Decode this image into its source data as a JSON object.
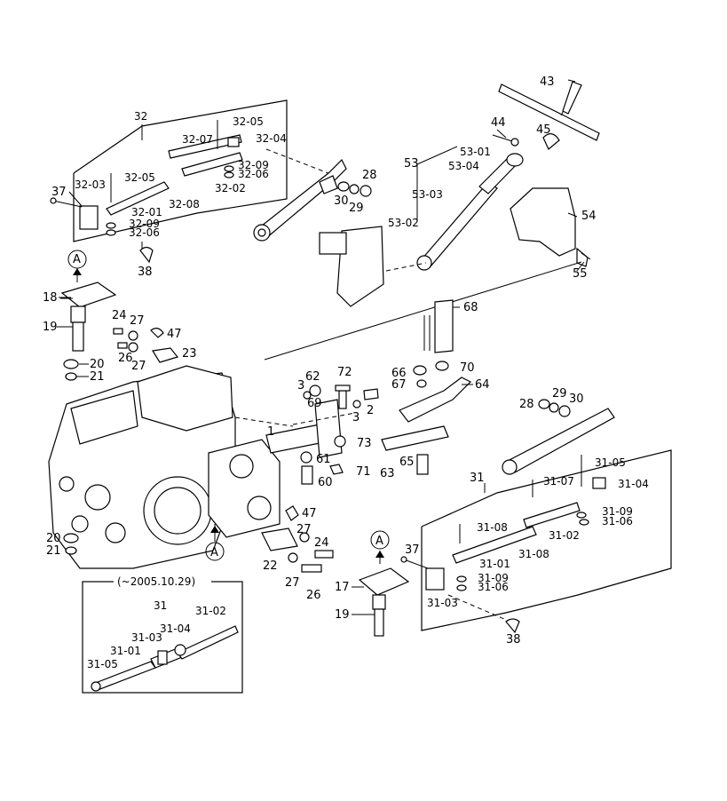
{
  "labels": {
    "l32": "32",
    "l32_05a": "32-05",
    "l32_07": "32-07",
    "l32_04": "32-04",
    "l32_09a": "32-09",
    "l32_06a": "32-06",
    "l32_03": "32-03",
    "l32_05b": "32-05",
    "l32_02": "32-02",
    "l32_08": "32-08",
    "l32_01": "32-01",
    "l32_09b": "32-09",
    "l32_06b": "32-06",
    "l37a": "37",
    "l38a": "38",
    "l28a": "28",
    "l30a": "30",
    "l29a": "29",
    "l43": "43",
    "l44": "44",
    "l45": "45",
    "l53": "53",
    "l53_01": "53-01",
    "l53_04": "53-04",
    "l53_03": "53-03",
    "l53_02": "53-02",
    "l54": "54",
    "l55": "55",
    "lA1": "A",
    "l18": "18",
    "l19a": "19",
    "l24a": "24",
    "l27a": "27",
    "l47a": "47",
    "l26a": "26",
    "l27b": "27",
    "l23": "23",
    "l20a": "20",
    "l21a": "21",
    "l68": "68",
    "l66": "66",
    "l70": "70",
    "l67": "67",
    "l64": "64",
    "l3a": "3",
    "l62": "62",
    "l72": "72",
    "l69": "69",
    "l3b": "3",
    "l2": "2",
    "l1": "1",
    "l73": "73",
    "l61": "61",
    "l71": "71",
    "l60": "60",
    "l63": "63",
    "l65": "65",
    "l28b": "28",
    "l29b": "29",
    "l30b": "30",
    "l31": "31",
    "l31_05a": "31-05",
    "l31_07": "31-07",
    "l31_04a": "31-04",
    "l31_08a": "31-08",
    "l31_09a": "31-09",
    "l31_06a": "31-06",
    "l31_02a": "31-02",
    "l31_08b": "31-08",
    "l31_01a": "31-01",
    "l31_09b": "31-09",
    "l31_06b": "31-06",
    "l31_03a": "31-03",
    "l37b": "37",
    "l38b": "38",
    "lA2": "A",
    "l17": "17",
    "l19b": "19",
    "lA3": "A",
    "l47b": "47",
    "l22": "22",
    "l27c": "27",
    "l24b": "24",
    "l27d": "27",
    "l26b": "26",
    "l20b": "20",
    "l21b": "21",
    "inset_title": "(~2005.10.29)",
    "i31": "31",
    "i31_02": "31-02",
    "i31_04": "31-04",
    "i31_03": "31-03",
    "i31_01": "31-01",
    "i31_05": "31-05"
  }
}
